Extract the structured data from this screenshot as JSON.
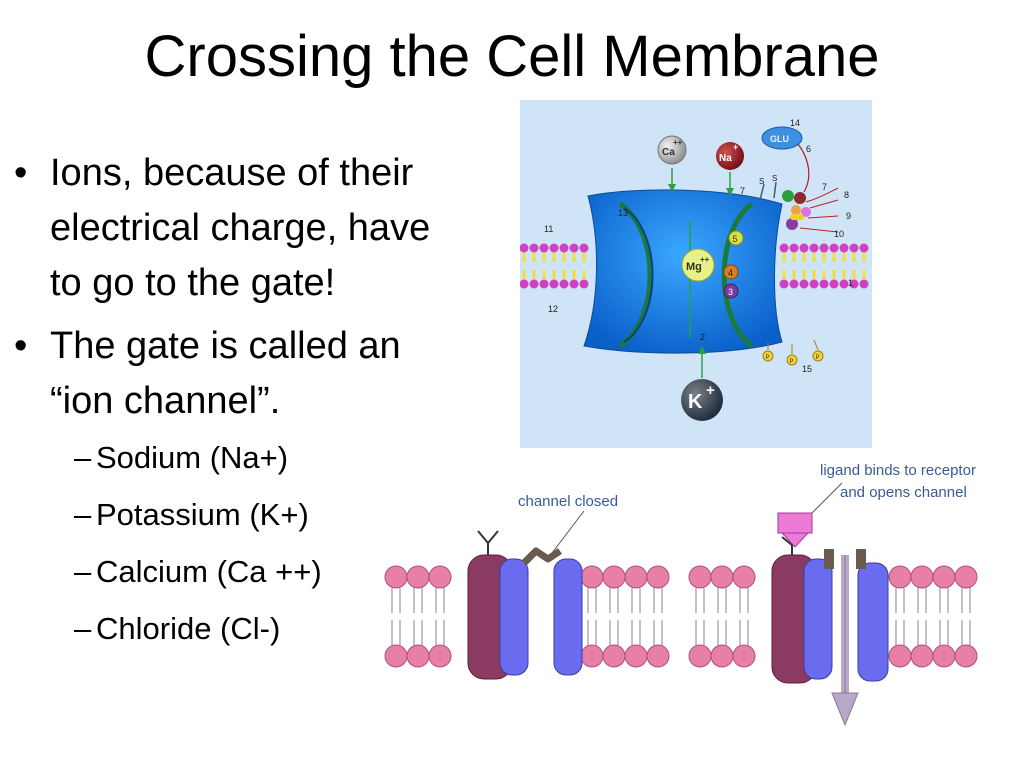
{
  "title": "Crossing the Cell Membrane",
  "bullets": [
    "Ions, because of their electrical charge, have to go to the gate!",
    "The gate is called an “ion channel”."
  ],
  "sub_bullets": [
    "Sodium (Na+)",
    "Potassium (K+)",
    "Calcium (Ca ++)",
    "Chloride (Cl-)"
  ],
  "bullet_mark": "•",
  "sub_mark": "–",
  "receptor_figure": {
    "background_color": "#cfe4f7",
    "channel_color": "#1f86e8",
    "ions": {
      "calcium": "Ca",
      "calcium_charge": "++",
      "sodium": "Na",
      "sodium_charge": "+",
      "magnesium": "Mg",
      "magnesium_charge": "++",
      "potassium": "K",
      "potassium_charge": "+",
      "glutamate": "GLU"
    },
    "site_numbers": [
      "1",
      "2",
      "3",
      "4",
      "5",
      "6",
      "7",
      "7",
      "8",
      "9",
      "10",
      "11",
      "12",
      "13",
      "14",
      "15"
    ],
    "site_letter": "S",
    "phosphate_letter": "P"
  },
  "gating_figure": {
    "closed_label": "channel closed",
    "open_label_line1": "ligand binds to receptor",
    "open_label_line2": "and opens channel",
    "label_color": "#3a5a9a",
    "head_color": "#e87fa6",
    "protein_dark": "#8b3a62",
    "protein_light": "#6a6cf0",
    "ligand_color": "#ee7ad8"
  }
}
